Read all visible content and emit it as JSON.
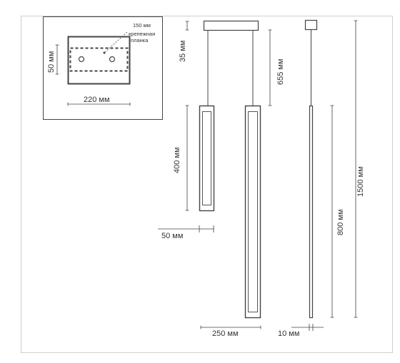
{
  "colors": {
    "line": "#444444",
    "frame": "#cfcfcf",
    "text": "#333333",
    "background": "#ffffff"
  },
  "inset": {
    "plate_label": "150 мм",
    "note_line1": "крепежная",
    "note_line2": "планка",
    "height_label": "50 мм",
    "width_label": "220 мм"
  },
  "lamp_short": {
    "canopy_label": "35 мм",
    "body_label": "400 мм",
    "width_label": "50 мм"
  },
  "lamp_long": {
    "cable_label": "655 мм",
    "width_label": "250 мм"
  },
  "side_view": {
    "body_label": "800 мм",
    "total_label": "1500 мм",
    "width_label": "10 мм"
  }
}
